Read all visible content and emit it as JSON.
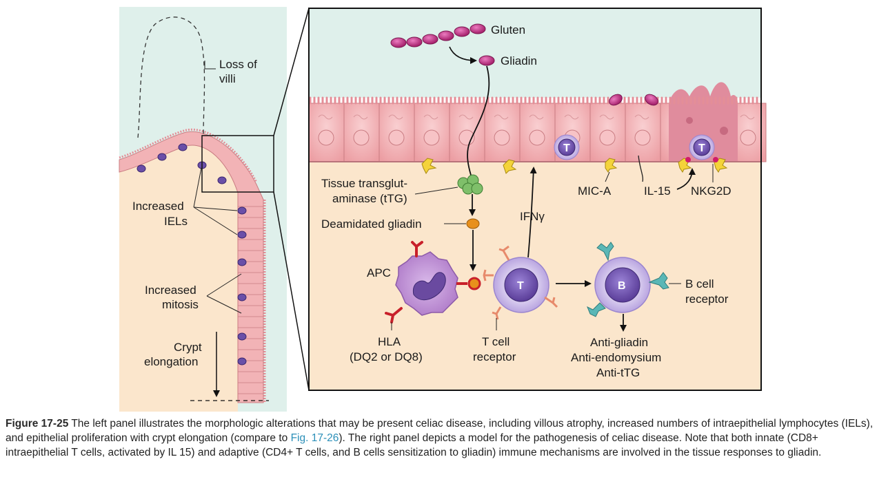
{
  "left_panel": {
    "loss_of_villi": [
      "Loss of",
      "villi"
    ],
    "increased_iels": [
      "Increased",
      "IELs"
    ],
    "increased_mitosis": [
      "Increased",
      "mitosis"
    ],
    "crypt_elongation": [
      "Crypt",
      "elongation"
    ]
  },
  "right_panel": {
    "gluten": "Gluten",
    "gliadin": "Gliadin",
    "ttg": [
      "Tissue transglut-",
      "aminase (tTG)"
    ],
    "deamidated_gliadin": "Deamidated gliadin",
    "apc": "APC",
    "hla": [
      "HLA",
      "(DQ2 or DQ8)"
    ],
    "t_cell_receptor": [
      "T cell",
      "receptor"
    ],
    "ifn": "IFNγ",
    "mic_a": "MIC-A",
    "il15": "IL-15",
    "nkg2d": "NKG2D",
    "b_cell_receptor": [
      "B cell",
      "receptor"
    ],
    "antibodies": [
      "Anti-gliadin",
      "Anti-endomysium",
      "Anti-tTG"
    ],
    "t_letter": "T",
    "b_letter": "B"
  },
  "caption": {
    "figure_number": "Figure 17-25",
    "text_1": " The left panel illustrates the morphologic alterations that may be present celiac disease, including villous atrophy, increased numbers of intraepithelial lymphocytes (IELs), and epithelial proliferation with crypt elongation (compare to ",
    "xref": "Fig. 17-26",
    "text_2": "). The right panel depicts a model for the pathogenesis of celiac disease. Note that both innate (CD8+ intraepithelial T cells, activated by IL 15) and adaptive (CD4+ T cells, and B cells sensitization to gliadin) immune mechanisms are involved in the tissue responses to gliadin."
  },
  "colors": {
    "lumen": "#dff0eb",
    "lamina_propria": "#fbe6cc",
    "epithelium": "#f2b3b6",
    "lymphocyte": "#6a4fa8",
    "gliadin": "#c1368c",
    "apc": "#b68ad0",
    "receptor_red": "#c8202a"
  }
}
